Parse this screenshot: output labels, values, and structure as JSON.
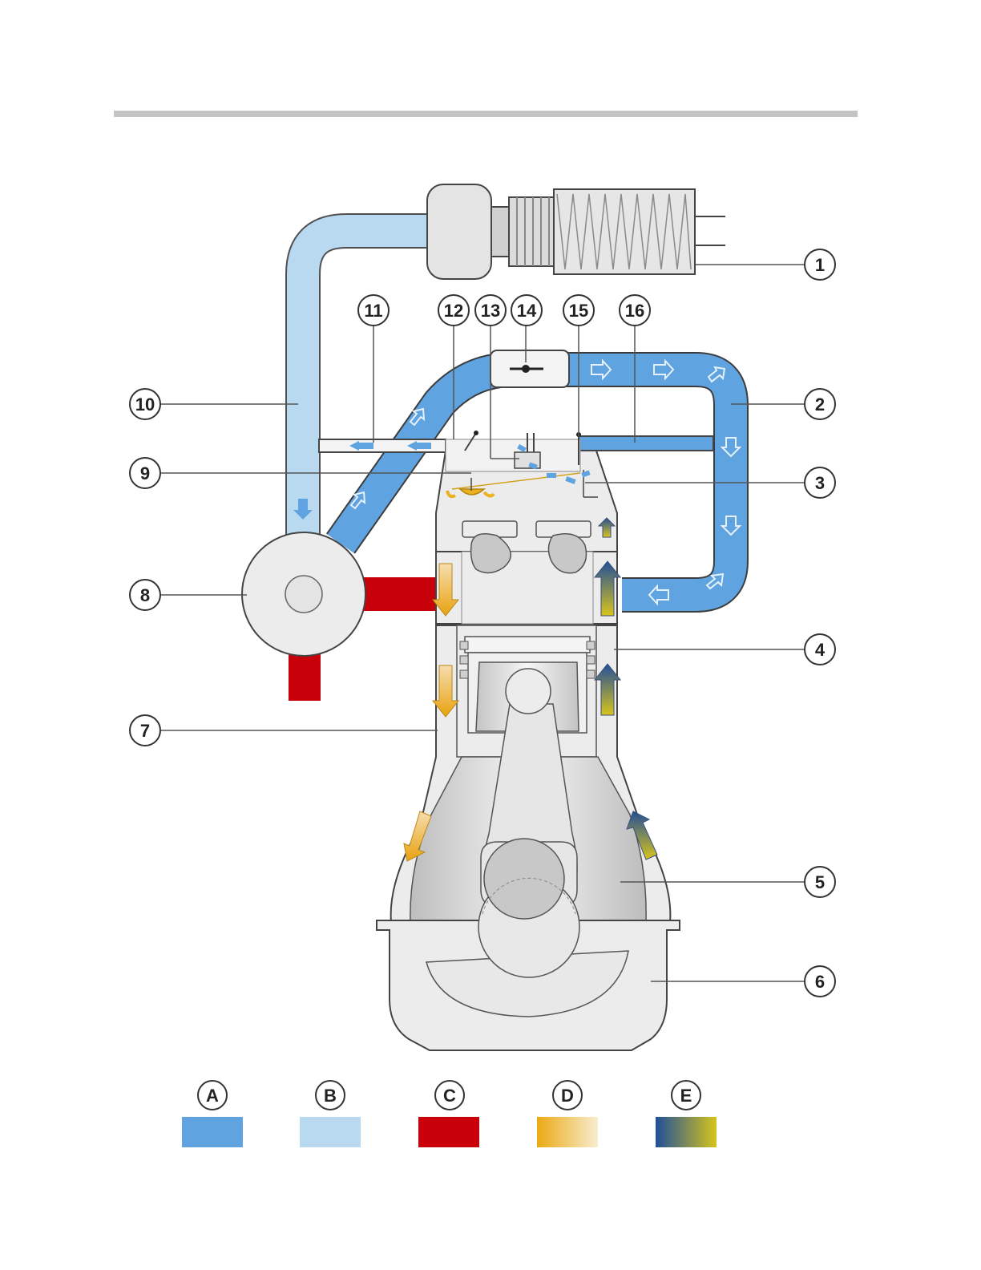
{
  "callouts": [
    {
      "id": "1",
      "label": "1"
    },
    {
      "id": "2",
      "label": "2"
    },
    {
      "id": "3",
      "label": "3"
    },
    {
      "id": "4",
      "label": "4"
    },
    {
      "id": "5",
      "label": "5"
    },
    {
      "id": "6",
      "label": "6"
    },
    {
      "id": "7",
      "label": "7"
    },
    {
      "id": "8",
      "label": "8"
    },
    {
      "id": "9",
      "label": "9"
    },
    {
      "id": "10",
      "label": "10"
    },
    {
      "id": "11",
      "label": "11"
    },
    {
      "id": "12",
      "label": "12"
    },
    {
      "id": "13",
      "label": "13"
    },
    {
      "id": "14",
      "label": "14"
    },
    {
      "id": "15",
      "label": "15"
    },
    {
      "id": "16",
      "label": "16"
    }
  ],
  "legend": [
    {
      "letter": "A",
      "colors": [
        "#5fa3e0",
        "#5fa3e0"
      ]
    },
    {
      "letter": "B",
      "colors": [
        "#b9d9f1",
        "#b9d9f1"
      ]
    },
    {
      "letter": "C",
      "colors": [
        "#c8000a",
        "#c8000a"
      ]
    },
    {
      "letter": "D",
      "colors": [
        "#ecaa14",
        "#f7ecd0"
      ]
    },
    {
      "letter": "E",
      "colors": [
        "#1f4f99",
        "#d6c41c"
      ]
    }
  ],
  "colors": {
    "fresh_air": "#5fa3e0",
    "filtered_air": "#b9d9f1",
    "exhaust": "#c8000a",
    "blowby_gas": "#ecaa14",
    "engine_body": "#ececec",
    "header_rule": "#c4c4c4"
  }
}
